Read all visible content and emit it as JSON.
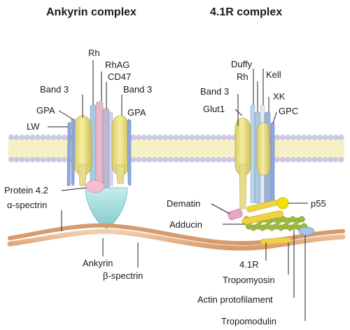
{
  "titles": {
    "ankyrin_complex": "Ankyrin complex",
    "r41_complex": "4.1R complex"
  },
  "ankyrin_labels": {
    "rh": "Rh",
    "rhag": "RhAG",
    "cd47": "CD47",
    "band3_left": "Band 3",
    "band3_right": "Band 3",
    "gpa_left": "GPA",
    "gpa_right": "GPA",
    "lw": "LW",
    "protein42": "Protein 4.2",
    "alpha_spectrin": "α-spectrin",
    "ankyrin": "Ankyrin",
    "beta_spectrin": "β-spectrin"
  },
  "r41_labels": {
    "duffy": "Duffy",
    "rh": "Rh",
    "kell": "Kell",
    "band3": "Band 3",
    "xk": "XK",
    "glut1": "Glut1",
    "gpc": "GPC",
    "dematin": "Dematin",
    "p55": "p55",
    "adducin": "Adducin",
    "r41": "4.1R",
    "tropomyosin": "Tropomyosin",
    "actin_protofilament": "Actin protofilament",
    "tropomodulin": "Tropomodulin"
  },
  "colors": {
    "membrane_head": "#c9c9ea",
    "membrane_tail": "#f7f0c6",
    "band3": "#e7dc8c",
    "rh": "#a8c9df",
    "rhag": "#e9b9c6",
    "cd47": "#b9b9d6",
    "gpa": "#8fa8dc",
    "protein42": "#f2bfcf",
    "ankyrin": "#a6dcdc",
    "spectrin": "#e7b48f",
    "actin": "#9dbb3c",
    "p55": "#f1e000",
    "dematin": "#e8a4c4",
    "tropomyosin": "#f2d244",
    "tropomodulin": "#a8c4e4"
  }
}
